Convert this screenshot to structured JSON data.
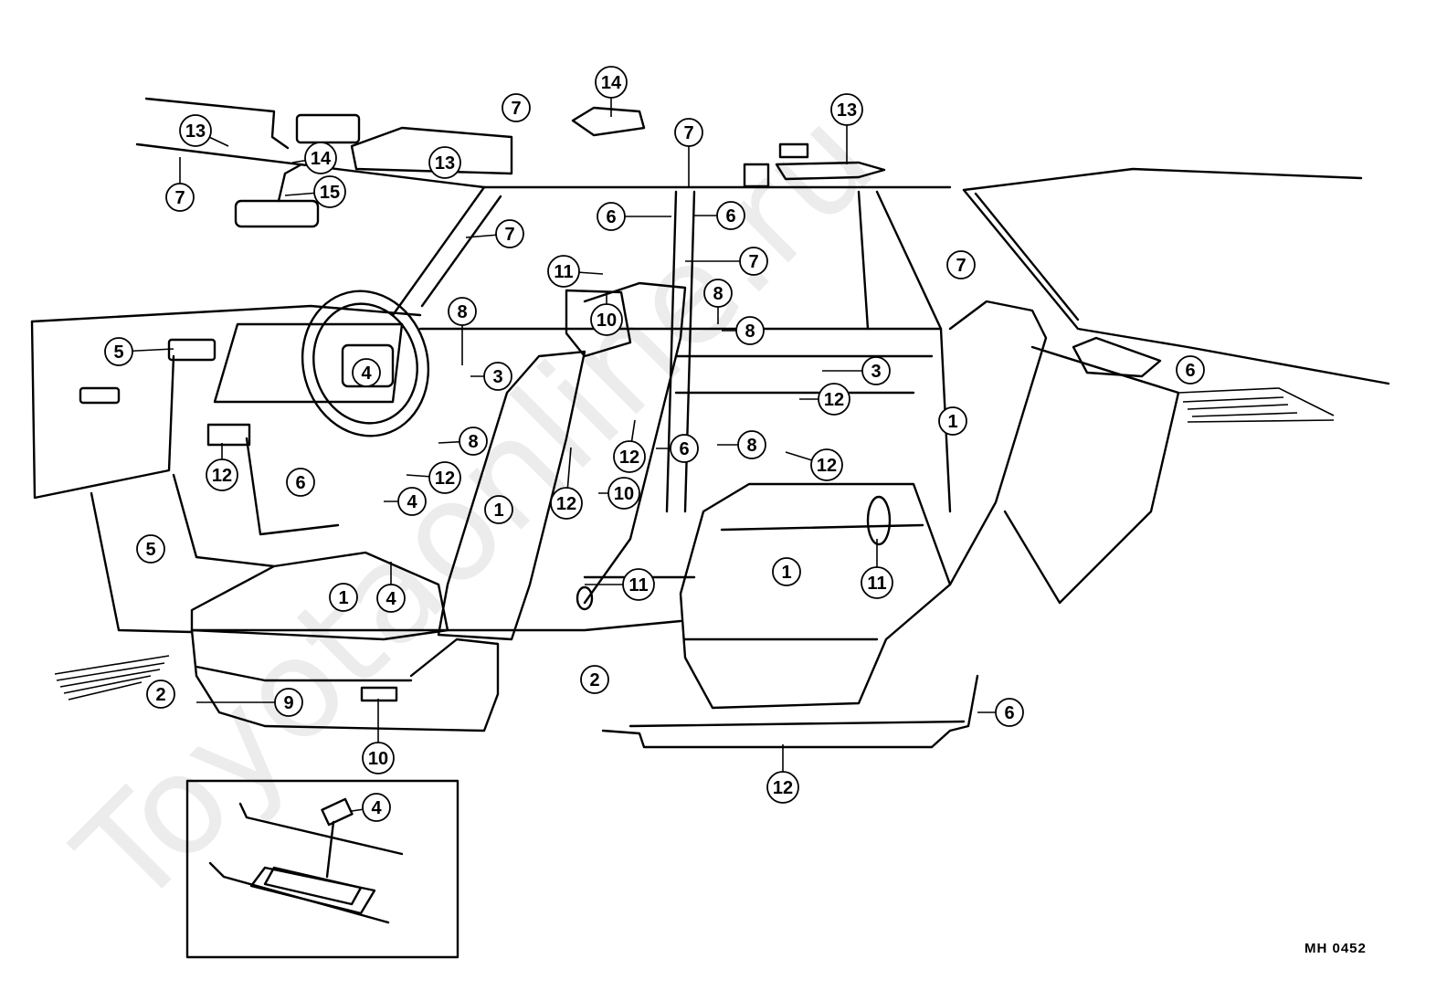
{
  "diagram": {
    "callouts": [
      "13",
      "7",
      "14",
      "13",
      "15",
      "7",
      "14",
      "7",
      "13",
      "6",
      "6",
      "7",
      "11",
      "7",
      "7",
      "10",
      "8",
      "8",
      "8",
      "5",
      "4",
      "3",
      "3",
      "6",
      "12",
      "1",
      "8",
      "12",
      "6",
      "12",
      "12",
      "6",
      "8",
      "12",
      "10",
      "12",
      "1",
      "4",
      "5",
      "1",
      "4",
      "11",
      "1",
      "11",
      "2",
      "2",
      "9",
      "10",
      "6",
      "12",
      "4"
    ],
    "figure_code": "MH 0452",
    "watermark": "Toyotaonline.ru"
  }
}
